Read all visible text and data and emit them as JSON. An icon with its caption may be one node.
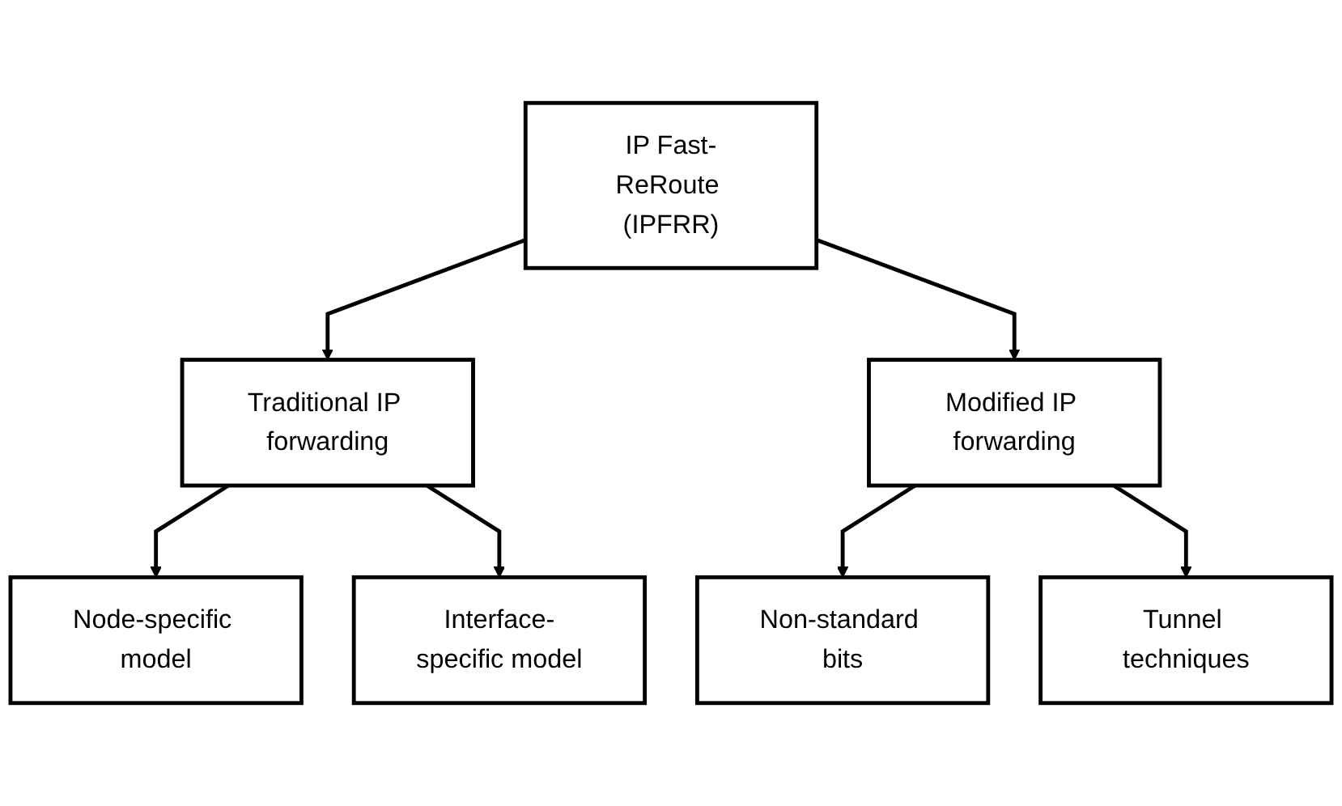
{
  "diagram": {
    "nodes": [
      {
        "text": [
          "IP Fast-ReRoute (IPFRR)"
        ]
      },
      {
        "text": [
          "Traditional IP forwarding"
        ]
      },
      {
        "text": [
          "Modified IP forwarding"
        ]
      },
      {
        "text": [
          "Node-specific model"
        ]
      },
      {
        "text": [
          "Interface-specific model"
        ]
      },
      {
        "text": [
          "Non-standard bits"
        ]
      },
      {
        "text": [
          "Tunnel techniques"
        ]
      }
    ],
    "edges": [
      {
        "from": 0,
        "to": 1,
        "arrow": "to"
      },
      {
        "from": 0,
        "to": 2,
        "arrow": "to"
      },
      {
        "from": 1,
        "to": 3,
        "arrow": "to"
      },
      {
        "from": 1,
        "to": 4,
        "arrow": "to"
      },
      {
        "from": 2,
        "to": 5,
        "arrow": "to"
      },
      {
        "from": 2,
        "to": 6,
        "arrow": "to"
      }
    ]
  }
}
